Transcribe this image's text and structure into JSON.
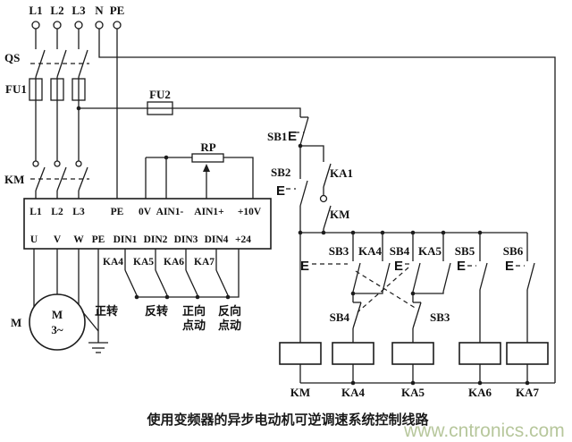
{
  "caption": "使用变频器的异步电动机可逆调速系统控制线路",
  "watermark": "www.cntronics.com",
  "colors": {
    "line": "#1c1c1c",
    "watermark": "#b7c79c",
    "background": "#ffffff"
  },
  "supply": {
    "terminals": [
      "L1",
      "L2",
      "L3",
      "N",
      "PE"
    ]
  },
  "power_section": {
    "isolator": "QS",
    "fuse_main": "FU1",
    "fuse_control": "FU2",
    "contactor": "KM",
    "potentiometer": "RP",
    "motor_label": "M",
    "motor_inner": "M",
    "motor_phase": "3~"
  },
  "inverter": {
    "top_terminals": [
      "L1",
      "L2",
      "L3",
      "PE",
      "0V",
      "AIN1-",
      "AIN1+",
      "+10V"
    ],
    "bottom_terminals": [
      "U",
      "V",
      "W",
      "PE",
      "DIN1",
      "DIN2",
      "DIN3",
      "DIN4",
      "+24"
    ]
  },
  "relay_row": {
    "contacts": [
      "KA4",
      "KA5",
      "KA6",
      "KA7"
    ],
    "functions": [
      [
        "正转"
      ],
      [
        "反转"
      ],
      [
        "正向",
        "点动"
      ],
      [
        "反向",
        "点动"
      ]
    ]
  },
  "control": {
    "actuator_glyph": "E",
    "stop_button": "SB1",
    "start_button": "SB2",
    "seal_contact": "KA1",
    "km_contact": "KM",
    "branch_buttons": [
      "SB3",
      "SB4",
      "SB5",
      "SB6"
    ],
    "parallel_contacts": [
      "KA4",
      "KA5"
    ],
    "interlocks": [
      "SB4",
      "SB3"
    ],
    "coils": [
      "KM",
      "KA4",
      "KA5",
      "KA6",
      "KA7"
    ]
  }
}
